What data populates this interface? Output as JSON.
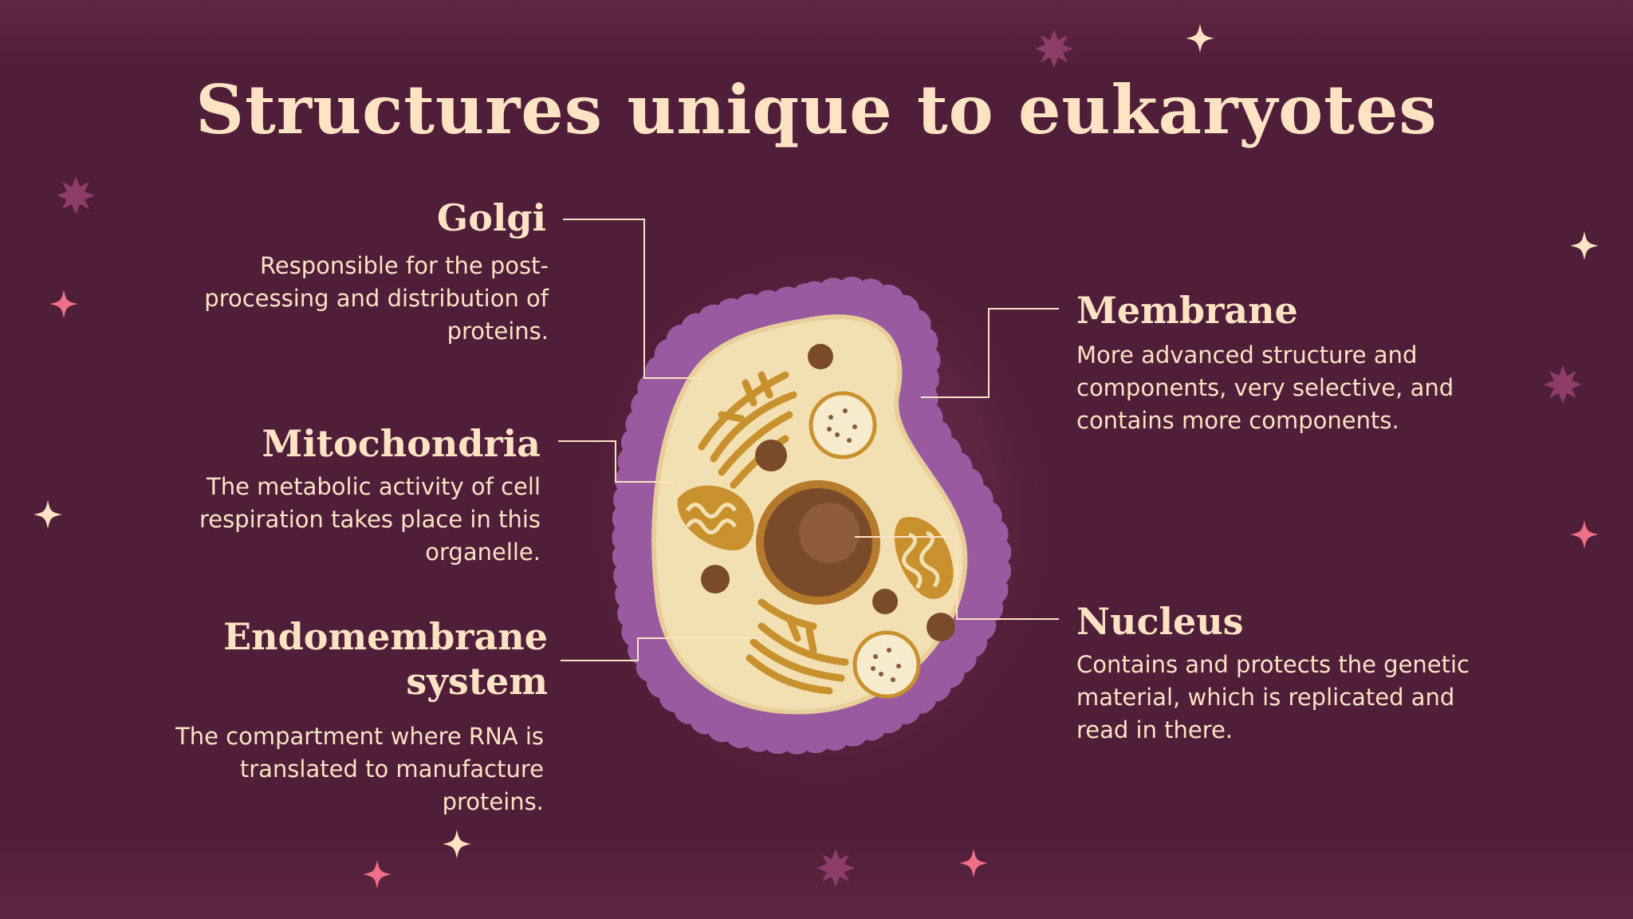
{
  "title": "Structures unique to eukaryotes",
  "colors": {
    "background": "#4f1e38",
    "text": "#fde3c4",
    "membrane": "#9a5aa0",
    "cytoplasm": "#f2e0b2",
    "organelle": "#c9912e",
    "nucleus": "#7a4b2b",
    "accent_pink": "#ef6f86",
    "accent_star": "#8e3c6a"
  },
  "labels": {
    "golgi": {
      "heading": "Golgi",
      "text": "Responsible for the post-processing and distribution of proteins."
    },
    "mitochondria": {
      "heading": "Mitochondria",
      "text": "The metabolic activity of cell respiration takes place in this organelle."
    },
    "endomembrane": {
      "heading_line1": "Endomembrane",
      "heading_line2": "system",
      "text": "The compartment where RNA is translated to manufacture proteins."
    },
    "membrane": {
      "heading": "Membrane",
      "text": "More advanced structure and components, very selective, and contains more components."
    },
    "nucleus": {
      "heading": "Nucleus",
      "text": "Contains and protects the genetic material, which is replicated and read in there."
    }
  },
  "icons": [
    "sparkle-icon",
    "burst-star-icon",
    "cell-illustration"
  ]
}
